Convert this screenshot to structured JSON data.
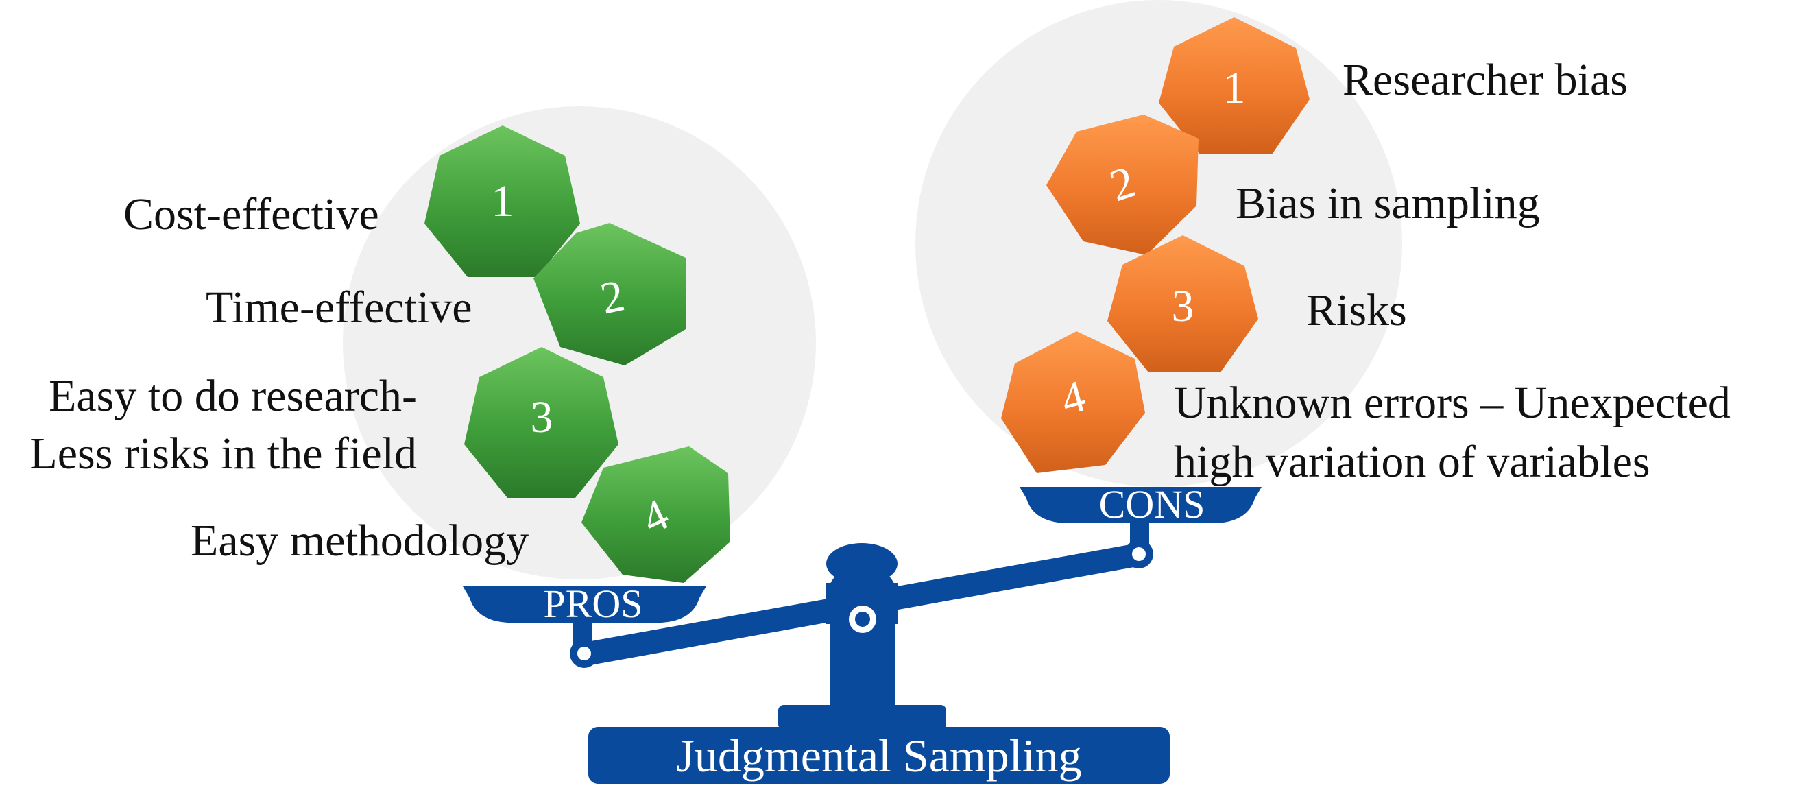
{
  "colors": {
    "scale_blue": "#0a4a9c",
    "pros_green": "#3f9e3a",
    "cons_orange": "#f07a2d",
    "circle_gray": "#f0f0f0"
  },
  "title": "Judgmental Sampling",
  "pros": {
    "label": "PROS",
    "items": [
      {
        "number": "1",
        "text": "Cost-effective"
      },
      {
        "number": "2",
        "text": "Time-effective"
      },
      {
        "number": "3",
        "text": "Easy to do research- Less risks in the field"
      },
      {
        "number": "4",
        "text": "Easy methodology"
      }
    ]
  },
  "cons": {
    "label": "CONS",
    "items": [
      {
        "number": "1",
        "text": "Researcher bias"
      },
      {
        "number": "2",
        "text": "Bias in sampling"
      },
      {
        "number": "3",
        "text": "Risks"
      },
      {
        "number": "4",
        "text": "Unknown errors – Unexpected high variation of variables"
      }
    ]
  }
}
